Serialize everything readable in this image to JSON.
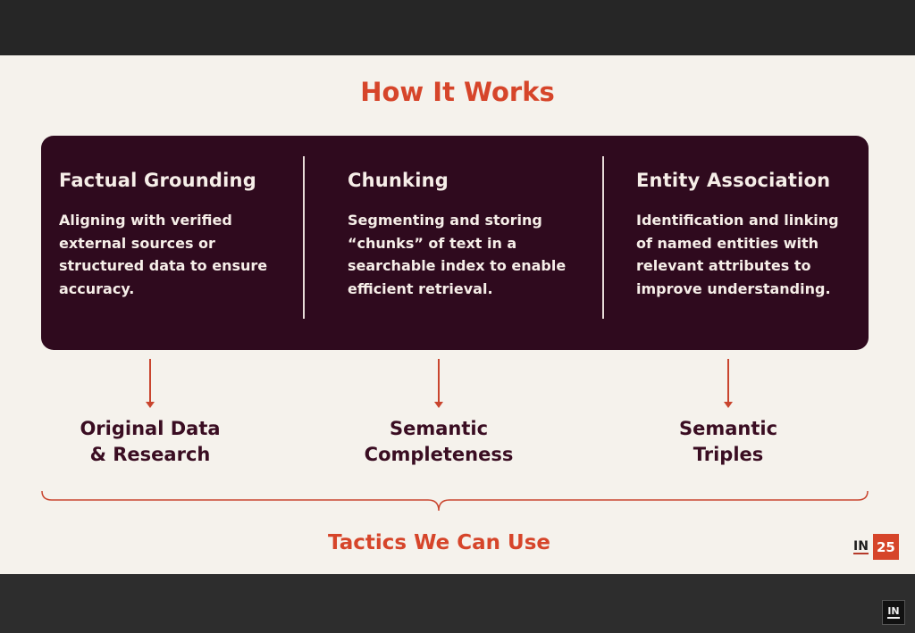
{
  "slide": {
    "title": "How It Works",
    "columns": [
      {
        "heading": "Factual Grounding",
        "body": "Aligning with verified external sources or structured data to ensure accuracy."
      },
      {
        "heading": "Chunking",
        "body": "Segmenting and storing “chunks” of text in a searchable index to enable efficient retrieval."
      },
      {
        "heading": "Entity Association",
        "body": "Identification and linking of named entities with relevant attributes to improve understanding."
      }
    ],
    "tactics": [
      {
        "line1": "Original Data",
        "line2": "& Research"
      },
      {
        "line1": "Semantic",
        "line2": "Completeness"
      },
      {
        "line1": "Semantic",
        "line2": "Triples"
      }
    ],
    "footer": "Tactics We Can Use",
    "logo": {
      "prefix": "IN",
      "year": "25"
    }
  },
  "corner_logo": "IN",
  "colors": {
    "accent": "#d6452a",
    "box": "#2f0a1e",
    "background": "#f5f2ec"
  }
}
